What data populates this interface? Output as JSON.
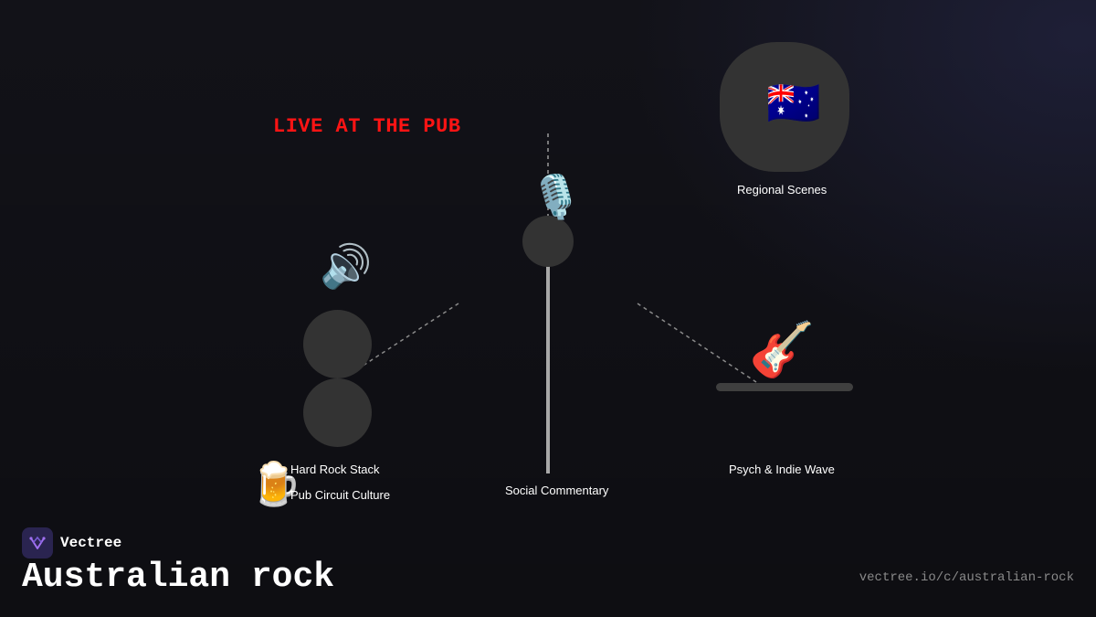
{
  "brand": {
    "name": "Vectree",
    "logo_color": "#2a2450",
    "logo_accent": "#a070f0"
  },
  "title": "Australian rock",
  "url": "vectree.io/c/australian-rock",
  "diagram": {
    "heading": "LIVE AT THE PUB",
    "heading_color": "#ff1414",
    "node_color": "#333333",
    "nodes": [
      {
        "id": "regional",
        "label": "Regional Scenes",
        "icon": "australia-flag-icon",
        "glyph": "🇦🇺"
      },
      {
        "id": "social",
        "label": "Social Commentary",
        "icon": "microphone-icon",
        "glyph": "🎙️"
      },
      {
        "id": "hardrock",
        "label": "Hard Rock Stack",
        "icon": "speaker-icon",
        "glyph": "🔊"
      },
      {
        "id": "pub",
        "label": "Pub Circuit Culture",
        "icon": "beer-mug-icon",
        "glyph": "🍺"
      },
      {
        "id": "psych",
        "label": "Psych & Indie Wave",
        "icon": "guitar-icon",
        "glyph": "🎸"
      }
    ]
  }
}
